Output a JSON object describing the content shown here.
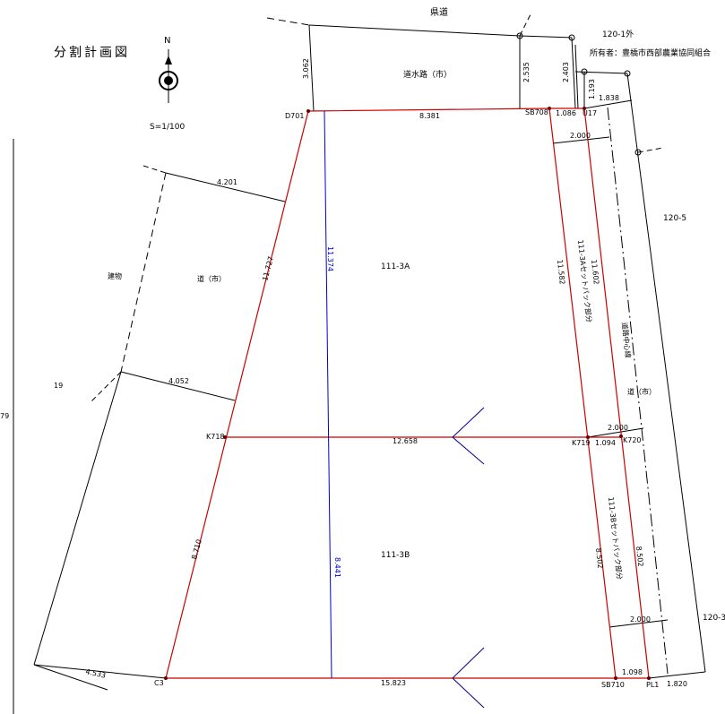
{
  "title": "分割計画図",
  "scale": "S=1/100",
  "north": "N",
  "labels": {
    "prefectural_road": "県道",
    "waterway": "道水路（市）",
    "road_city_left": "道（市）",
    "road_city_right": "道（市）",
    "building": "建物",
    "lot19": "19",
    "lot79": "79",
    "lot_120_1": "120-1外",
    "owner": "所有者：豊橋市西部農業協同組合",
    "lot_120_5": "120-5",
    "lot_120_3": "120-3",
    "lot_a": "111-3A",
    "lot_b": "111-3B",
    "setback_a": "111-3Aセットバック部分",
    "setback_b": "111-3Bセットバック部分",
    "centerline": "道路中心線"
  },
  "points": {
    "d701": "D701",
    "sb708": "SB708",
    "u17": "U17",
    "k718": "K718",
    "k719": "K719",
    "k720": "K720",
    "c3": "C3",
    "sb710": "SB710",
    "pl1": "PL1"
  },
  "dims": {
    "d3062": "3.062",
    "d2535": "2.535",
    "d2403": "2.403",
    "d1193": "1.193",
    "d1838": "1.838",
    "d8381": "8.381",
    "d1086": "1.086",
    "d2000a": "2.000",
    "d4201": "4.201",
    "d11727": "11.727",
    "d11374": "11.374",
    "d11582": "11.582",
    "d11602": "11.602",
    "d4052": "4.052",
    "d12658": "12.658",
    "d1094": "1.094",
    "d2000b": "2.000",
    "d8710": "8.710",
    "d8441": "8.441",
    "d8502a": "8.502",
    "d8502b": "8.502",
    "d2000c": "2.000",
    "d4533": "4.533",
    "d15823": "15.823",
    "d1098": "1.098",
    "d1820": "1.820"
  }
}
